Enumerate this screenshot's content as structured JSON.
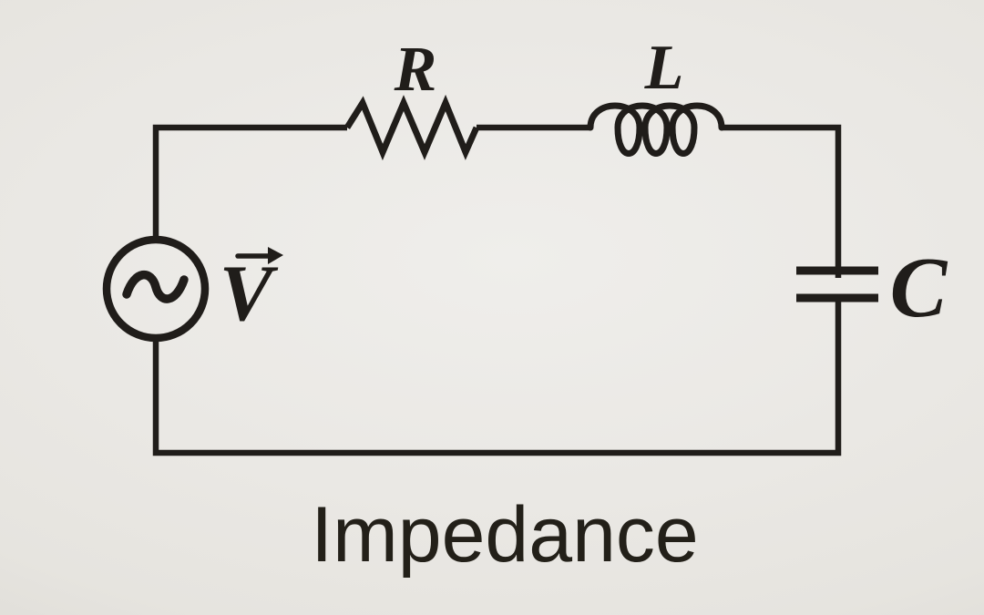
{
  "diagram": {
    "caption": "Impedance",
    "labels": {
      "source": "V",
      "resistor": "R",
      "inductor": "L",
      "capacitor": "C"
    },
    "icons": {
      "source": "ac-source-icon",
      "source_notation": "vector-arrow-icon",
      "resistor": "resistor-icon",
      "inductor": "inductor-icon",
      "capacitor": "capacitor-icon"
    },
    "colors": {
      "background": "#eae8e4",
      "ink": "#201d1a"
    }
  }
}
